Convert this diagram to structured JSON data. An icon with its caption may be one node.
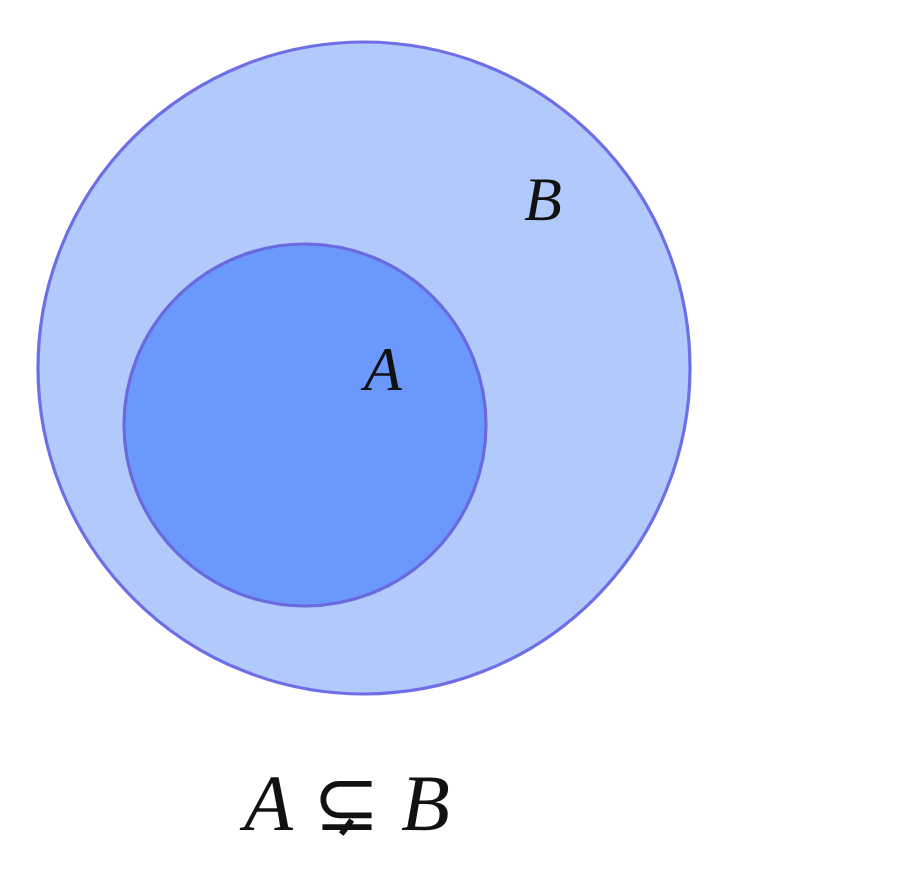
{
  "diagram": {
    "caption": "*A* ⊊ *B*",
    "nodes": [
      {
        "text": [
          "B"
        ]
      },
      {
        "text": [
          "A"
        ],
        "in": 0
      }
    ]
  }
}
